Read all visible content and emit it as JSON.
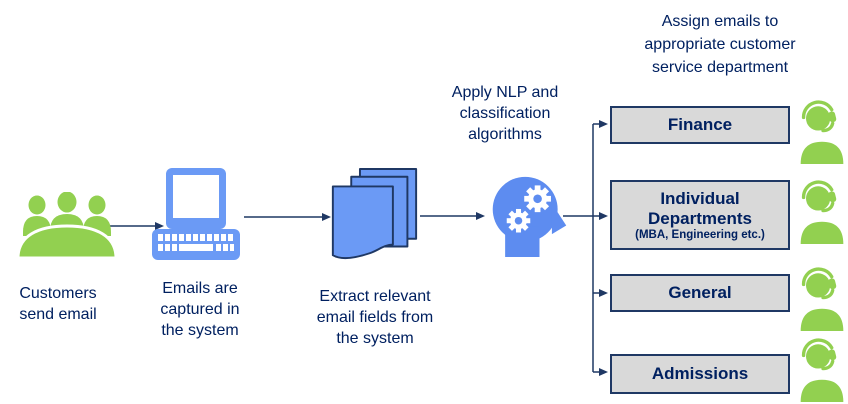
{
  "diagram": {
    "title": "Assign emails to\nappropriate customer\nservice department",
    "steps": [
      {
        "icon": "people-group-icon",
        "label": "Customers\nsend email"
      },
      {
        "icon": "laptop-icon",
        "label": "Emails are\ncaptured in\nthe system"
      },
      {
        "icon": "documents-icon",
        "label": "Extract relevant\nemail fields from\nthe system"
      },
      {
        "icon": "head-gears-icon",
        "label": "Apply NLP and\nclassification\nalgorithms"
      }
    ],
    "departments": [
      {
        "label": "Finance"
      },
      {
        "label": "Individual\nDepartments",
        "sublabel": "(MBA, Engineering etc.)"
      },
      {
        "label": "General"
      },
      {
        "label": "Admissions"
      }
    ],
    "colors": {
      "text_navy": "#002060",
      "line_navy": "#1F3864",
      "icon_blue": "#6B9AF5",
      "icon_blue_dark": "#5D8CF0",
      "icon_green": "#92D050",
      "box_fill": "#D9D9D9",
      "box_border": "#1F3864"
    }
  }
}
